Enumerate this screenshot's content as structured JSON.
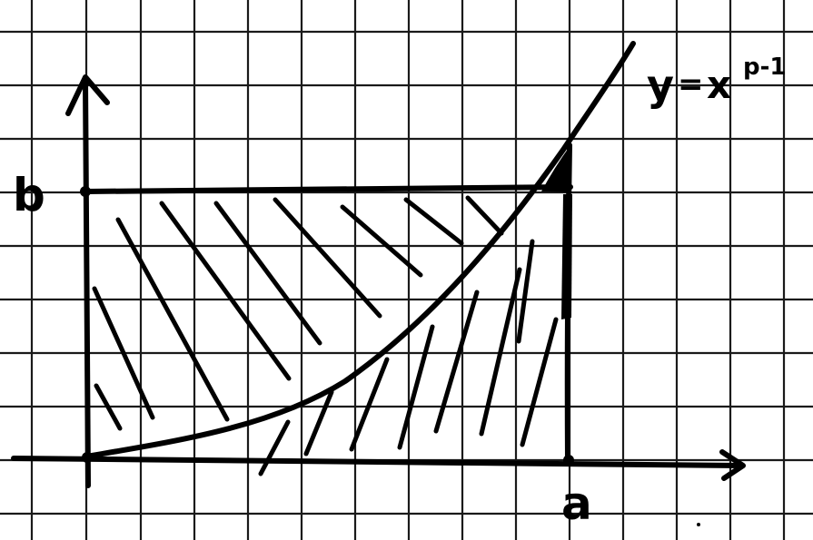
{
  "labels": {
    "b": "b",
    "a": "a",
    "curve_y": "y",
    "curve_eq": "=",
    "curve_x": "x",
    "curve_exp": "p-1"
  },
  "colors": {
    "ink": "#000000",
    "grid": "#1a1a1a",
    "paper": "#ffffff"
  }
}
